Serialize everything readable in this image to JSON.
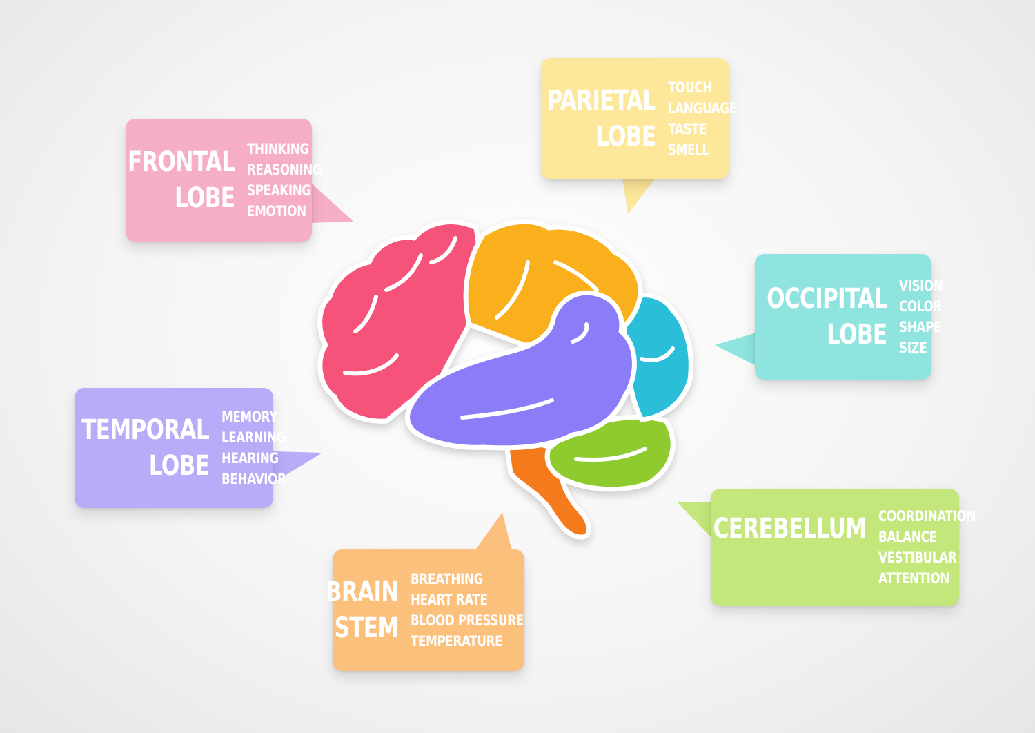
{
  "colors": {
    "frontal": "#f6aec6",
    "parietal": "#fde79a",
    "occipital": "#8fe4e0",
    "temporal": "#b8abf7",
    "brainstem": "#fcc07d",
    "cerebellum": "#c3e77a",
    "brain_frontal": "#f5527a",
    "brain_parietal": "#f9b01e",
    "brain_temporal": "#8b7cf7",
    "brain_occipital": "#2bbed8",
    "brain_cerebellum": "#8fcb2e",
    "brain_stem": "#f57a1f"
  },
  "lobes": [
    {
      "id": "frontal",
      "title": "FRONTAL\nLOBE",
      "items": [
        "THINKING",
        "REASONING",
        "SPEAKING",
        "EMOTION"
      ]
    },
    {
      "id": "parietal",
      "title": "PARIETAL\nLOBE",
      "items": [
        "TOUCH",
        "LANGUAGE",
        "TASTE",
        "SMELL"
      ]
    },
    {
      "id": "occipital",
      "title": "OCCIPITAL\nLOBE",
      "items": [
        "VISION",
        "COLOR",
        "SHAPE",
        "SIZE"
      ]
    },
    {
      "id": "temporal",
      "title": "TEMPORAL\nLOBE",
      "items": [
        "MEMORY",
        "LEARNING",
        "HEARING",
        "BEHAVIOR"
      ]
    },
    {
      "id": "brainstem",
      "title": "BRAIN\nSTEM",
      "items": [
        "BREATHING",
        "HEART RATE",
        "BLOOD PRESSURE",
        "TEMPERATURE"
      ]
    },
    {
      "id": "cerebellum",
      "title": "CEREBELLUM",
      "items": [
        "COORDINATION",
        "BALANCE",
        "VESTIBULAR",
        "ATTENTION"
      ]
    }
  ]
}
